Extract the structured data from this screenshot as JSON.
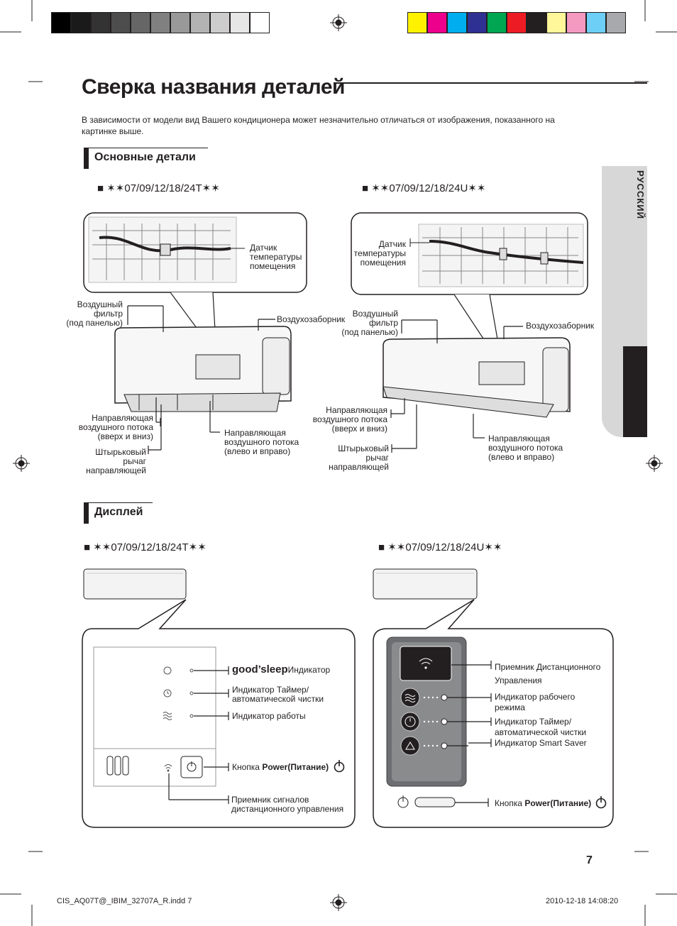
{
  "colors": {
    "gray_swatches": [
      "#000000",
      "#1a1a1a",
      "#333333",
      "#4d4d4d",
      "#666666",
      "#808080",
      "#999999",
      "#b3b3b3",
      "#cccccc",
      "#e6e6e6",
      "#ffffff"
    ],
    "color_swatches": [
      "#fff200",
      "#ec008c",
      "#00aeef",
      "#2e3192",
      "#00a651",
      "#ed1c24",
      "#231f20",
      "#fff799",
      "#f49ac1",
      "#6dcff6",
      "#a7a9ac"
    ],
    "accent": "#231f20",
    "tab_gray": "#d7d7d7"
  },
  "page": {
    "title": "Сверка названия деталей",
    "intro": "В зависимости от модели вид Вашего кондиционера может незначительно отличаться от изображения, показанного на картинке выше.",
    "language_tab": "РУССКИЙ",
    "page_number": "7"
  },
  "main_parts": {
    "heading": "Основные детали",
    "model_t": "■ ✶✶07/09/12/18/24T✶✶",
    "model_u": "■ ✶✶07/09/12/18/24U✶✶",
    "t_labels": {
      "sensor": "Датчик\nтемпературы\nпомещения",
      "filter": "Воздушный\nфильтр\n(под панелью)",
      "intake": "Воздухозаборник",
      "vane_ud": "Направляющая\nвоздушного потока\n(вверх и вниз)",
      "vane_lr": "Направляющая\nвоздушного потока\n(влево и вправо)",
      "lever": "Штырьковый\nрычаг\nнаправляющей"
    },
    "u_labels": {
      "sensor": "Датчик\nтемпературы\nпомещения",
      "filter": "Воздушный\nфильтр\n(под панелью)",
      "intake": "Воздухозаборник",
      "vane_ud": "Направляющая\nвоздушного потока\n(вверх и вниз)",
      "vane_lr": "Направляющая\nвоздушного потока\n(влево и вправо)",
      "lever": "Штырьковый\nрычаг\nнаправляющей"
    }
  },
  "display": {
    "heading": "Дисплей",
    "model_t": "■ ✶✶07/09/12/18/24T✶✶",
    "model_u": "■ ✶✶07/09/12/18/24U✶✶",
    "t_labels": {
      "goodsleep_brand": "good’sleep",
      "goodsleep_suffix": "Индикатор",
      "timer": "Индикатор Таймер/\nавтоматической чистки",
      "operation": "Индикатор работы",
      "power_prefix": "Кнопка ",
      "power_bold": "Power(Питание)",
      "receiver": "Приемник сигналов\nдистанционного управления"
    },
    "u_labels": {
      "receiver": "Приемник Дистанционного\nУправления",
      "mode": "Индикатор рабочего\nрежима",
      "timer": "Индикатор Таймер/\nавтоматической чистки",
      "smart": "Индикатор Smart Saver",
      "power_prefix": "Кнопка ",
      "power_bold": "Power(Питание)"
    }
  },
  "footer": {
    "left": "CIS_AQ07T@_IBIM_32707A_R.indd   7",
    "right": "2010-12-18   14:08:20"
  }
}
